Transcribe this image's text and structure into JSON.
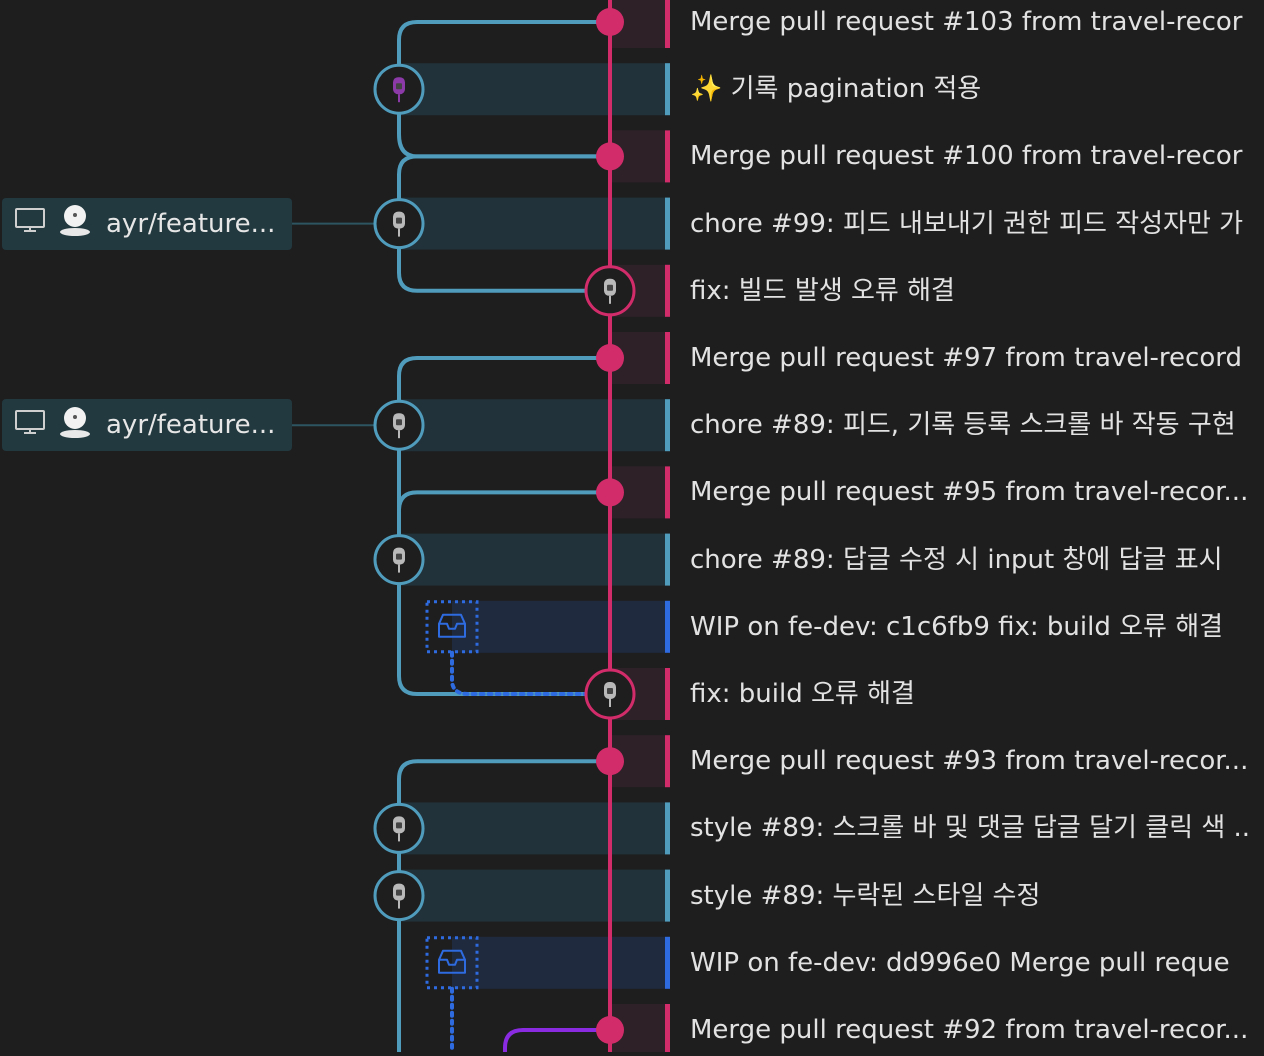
{
  "colors": {
    "main_lane": "#d22c6b",
    "feature_lane": "#4f9cbd",
    "stash": "#2f6be0",
    "purple_lane": "#8a2be2",
    "feature_row_bg": "#22323a",
    "main_row_bg": "#2f2128",
    "stash_row_bg": "#1f2a3e"
  },
  "branch_tags": [
    {
      "label": "ayr/feature...",
      "icons": [
        "computer-icon",
        "user-avatar-icon"
      ]
    },
    {
      "label": "ayr/feature...",
      "icons": [
        "computer-icon",
        "user-avatar-icon"
      ]
    }
  ],
  "commits": [
    {
      "message": "Merge pull request #103 from travel-recor",
      "lane": "main",
      "kind": "merge"
    },
    {
      "message": "✨ 기록 pagination 적용",
      "lane": "feature",
      "kind": "commit"
    },
    {
      "message": "Merge pull request #100 from travel-recor",
      "lane": "main",
      "kind": "merge"
    },
    {
      "message": "chore #99: 피드 내보내기 권한 피드 작성자만 가",
      "lane": "feature",
      "kind": "commit",
      "branch_tag": 0
    },
    {
      "message": "fix: 빌드 발생 오류 해결",
      "lane": "main",
      "kind": "commit"
    },
    {
      "message": "Merge pull request #97 from travel-record",
      "lane": "main",
      "kind": "merge"
    },
    {
      "message": "chore #89: 피드, 기록 등록 스크롤 바 작동 구현",
      "lane": "feature",
      "kind": "commit",
      "branch_tag": 1
    },
    {
      "message": "Merge pull request #95 from travel-recor...",
      "lane": "main",
      "kind": "merge"
    },
    {
      "message": "chore #89: 답글 수정 시 input 창에 답글 표시",
      "lane": "feature",
      "kind": "commit"
    },
    {
      "message": "WIP on fe-dev: c1c6fb9 fix: build 오류 해결",
      "lane": "stash",
      "kind": "stash"
    },
    {
      "message": "fix: build 오류 해결",
      "lane": "main",
      "kind": "commit"
    },
    {
      "message": "Merge pull request #93 from travel-recor...",
      "lane": "main",
      "kind": "merge"
    },
    {
      "message": "style #89: 스크롤 바 및 댓글 답글 달기 클릭 색 ..",
      "lane": "feature",
      "kind": "commit"
    },
    {
      "message": "style #89: 누락된 스타일 수정",
      "lane": "feature",
      "kind": "commit"
    },
    {
      "message": "WIP on fe-dev: dd996e0 Merge pull reque",
      "lane": "stash",
      "kind": "stash"
    },
    {
      "message": "Merge pull request #92 from travel-recor...",
      "lane": "main",
      "kind": "merge"
    }
  ]
}
